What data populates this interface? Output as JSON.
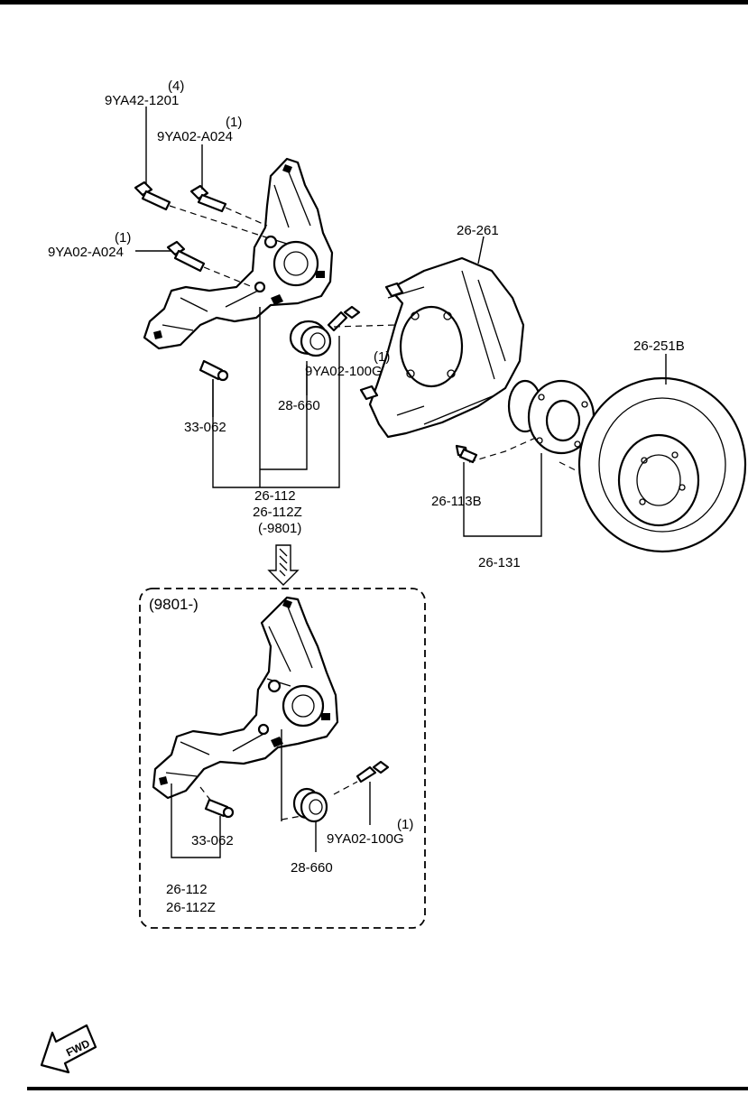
{
  "labels": {
    "bolt_top_qty": "(4)",
    "bolt_top": "9YA42-1201",
    "bolt_a_qty": "(1)",
    "bolt_a": "9YA02-A024",
    "bolt_b_qty": "(1)",
    "bolt_b": "9YA02-A024",
    "dust_cover": "26-261",
    "disc": "26-251B",
    "bolt_c_qty": "(1)",
    "bolt_c": "9YA02-100G",
    "bushing": "28-660",
    "stud": "33-062",
    "knuckle_1": "26-112",
    "knuckle_2": "26-112Z",
    "knuckle_date": "(-9801)",
    "hub_bolt": "26-113B",
    "hub": "26-131",
    "inset_title": "(9801-)",
    "inset_stud": "33-062",
    "inset_bolt_qty": "(1)",
    "inset_bolt": "9YA02-100G",
    "inset_bushing": "28-660",
    "inset_knuckle_1": "26-112",
    "inset_knuckle_2": "26-112Z",
    "fwd": "FWD"
  },
  "icons": {
    "fwd_arrow": "fwd-arrow-icon",
    "down_arrow": "double-line-down-arrow-icon"
  }
}
